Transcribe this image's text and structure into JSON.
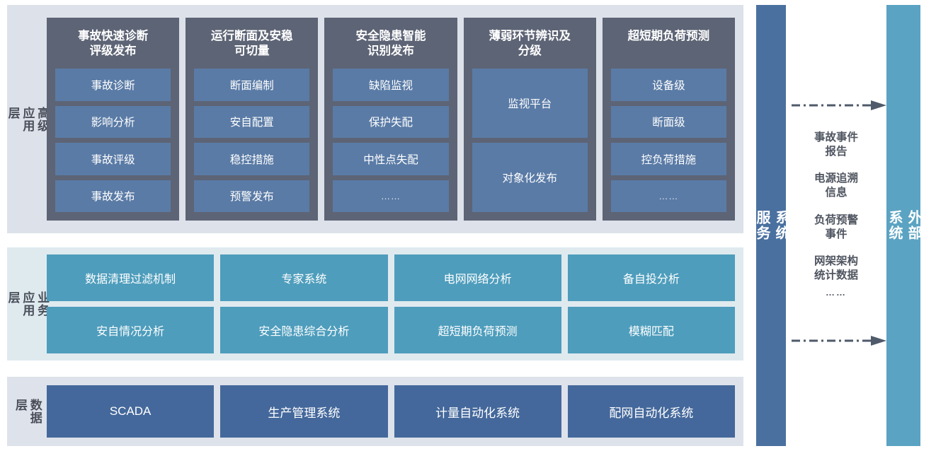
{
  "layers": [
    {
      "id": "advanced",
      "label": "高级\n应用\n层",
      "columns": [
        {
          "title": "事故快速诊断\n评级发布",
          "items": [
            "事故诊断",
            "影响分析",
            "事故评级",
            "事故发布"
          ]
        },
        {
          "title": "运行断面及安稳\n可切量",
          "items": [
            "断面编制",
            "安自配置",
            "稳控措施",
            "预警发布"
          ]
        },
        {
          "title": "安全隐患智能\n识别发布",
          "items": [
            "缺陷监视",
            "保护失配",
            "中性点失配",
            "……"
          ]
        },
        {
          "title": "薄弱环节辨识及\n分级",
          "items": [
            "监视平台",
            "对象化发布"
          ]
        },
        {
          "title": "超短期负荷预测",
          "items": [
            "设备级",
            "断面级",
            "控负荷措施",
            "……"
          ]
        }
      ]
    },
    {
      "id": "business",
      "label": "业务\n应用\n层",
      "rows": [
        [
          "数据清理过滤机制",
          "专家系统",
          "电网网络分析",
          "备自投分析"
        ],
        [
          "安自情况分析",
          "安全隐患综合分析",
          "超短期负荷预测",
          "模糊匹配"
        ]
      ]
    },
    {
      "id": "data",
      "label": "数据\n层",
      "items": [
        "SCADA",
        "生产管理系统",
        "计量自动化系统",
        "配网自动化系统"
      ]
    }
  ],
  "service_bar": {
    "label": "系统\n服务"
  },
  "external_bar": {
    "label": "外部\n系统"
  },
  "flow": {
    "labels": [
      "事故事件\n报告",
      "电源追溯\n信息",
      "负荷预警\n事件",
      "网架架构\n统计数据"
    ],
    "ellipsis": "……",
    "arrow_color": "#4f5a6b"
  },
  "colors": {
    "panel_advanced_bg": "#dde1ea",
    "panel_business_bg": "#dfeaef",
    "panel_data_bg": "#dee2eb",
    "advanced_column_bg": "#5d6475",
    "advanced_item_bg": "#5a7ba6",
    "business_item_bg": "#4e9dbc",
    "data_item_bg": "#44689b",
    "service_bar_bg": "#4a709f",
    "external_bar_bg": "#5ba3c2",
    "label_text": "#4a4f5a"
  }
}
